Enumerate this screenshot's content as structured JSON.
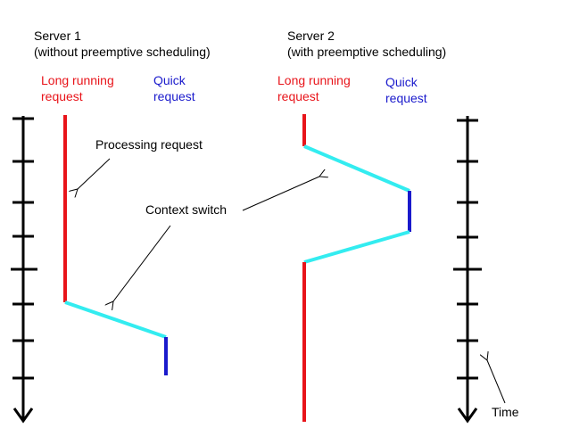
{
  "colors": {
    "long_request": "#e8141a",
    "quick_request": "#1a1acc",
    "context_switch": "#33ecf0",
    "timeline": "#000000",
    "text": "#000000"
  },
  "server1": {
    "title": "Server 1",
    "subtitle": "(without preemptive scheduling)",
    "long_label_line1": "Long running",
    "long_label_line2": "request",
    "quick_label_line1": "Quick",
    "quick_label_line2": "request"
  },
  "server2": {
    "title": "Server 2",
    "subtitle": "(with preemptive scheduling)",
    "long_label_line1": "Long running",
    "long_label_line2": "request",
    "quick_label_line1": "Quick",
    "quick_label_line2": "request"
  },
  "annotations": {
    "processing_request": "Processing request",
    "context_switch": "Context switch",
    "time": "Time"
  }
}
